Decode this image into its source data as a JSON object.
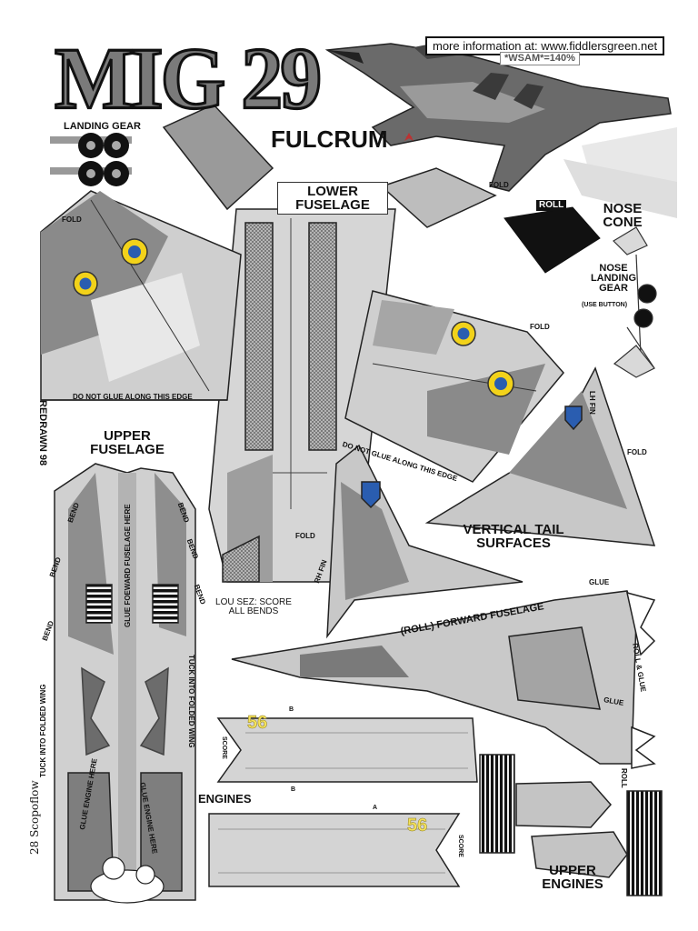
{
  "title": {
    "main": "MIG 29",
    "sub": "FULCRUM"
  },
  "info": {
    "website": "more information at:  www.fiddlersgreen.net",
    "scale": "*WSAM*=140%"
  },
  "labels": {
    "landing_gear": "LANDING GEAR",
    "lower_fuselage": "LOWER FUSELAGE",
    "fold": "FOLD",
    "roll": "ROLL",
    "nose_cone": "NOSE CONE",
    "nose_landing_gear": "NOSE LANDING GEAR",
    "use_button": "(USE BUTTON)",
    "do_not_glue": "DO NOT GLUE ALONG THIS EDGE",
    "redrawn": "REDRAWN 98",
    "upper_fuselage": "UPPER FUSELAGE",
    "bend": "BEND",
    "glue_forward_fuselage": "GLUE FOEWARD FUSELAGE HERE",
    "lh_fin": "LH FIN",
    "rh_fin": "RH FIN",
    "vertical_tail": "VERTICAL TAIL SURFACES",
    "lou_sez": "LOU SEZ: SCORE ALL BENDS",
    "forward_fuselage": "(ROLL) FORWARD FUSELAGE",
    "glue": "GLUE",
    "roll_glue": "ROLL & GLUE",
    "tuck_wing": "TUCK INTO FOLDED WING",
    "score": "SCORE",
    "engines": "ENGINES",
    "upper_engines": "UPPER ENGINES",
    "glue_engine": "GLUE ENGINE HERE",
    "number": "56",
    "letter_a": "A",
    "letter_b": "B",
    "signature": "28 Scopoflow"
  },
  "colors": {
    "camo_dark": "#6e6e6e",
    "camo_mid": "#9a9a9a",
    "camo_light": "#cfcfcf",
    "roundel_yellow": "#f2d21a",
    "roundel_blue": "#2a5db0"
  }
}
